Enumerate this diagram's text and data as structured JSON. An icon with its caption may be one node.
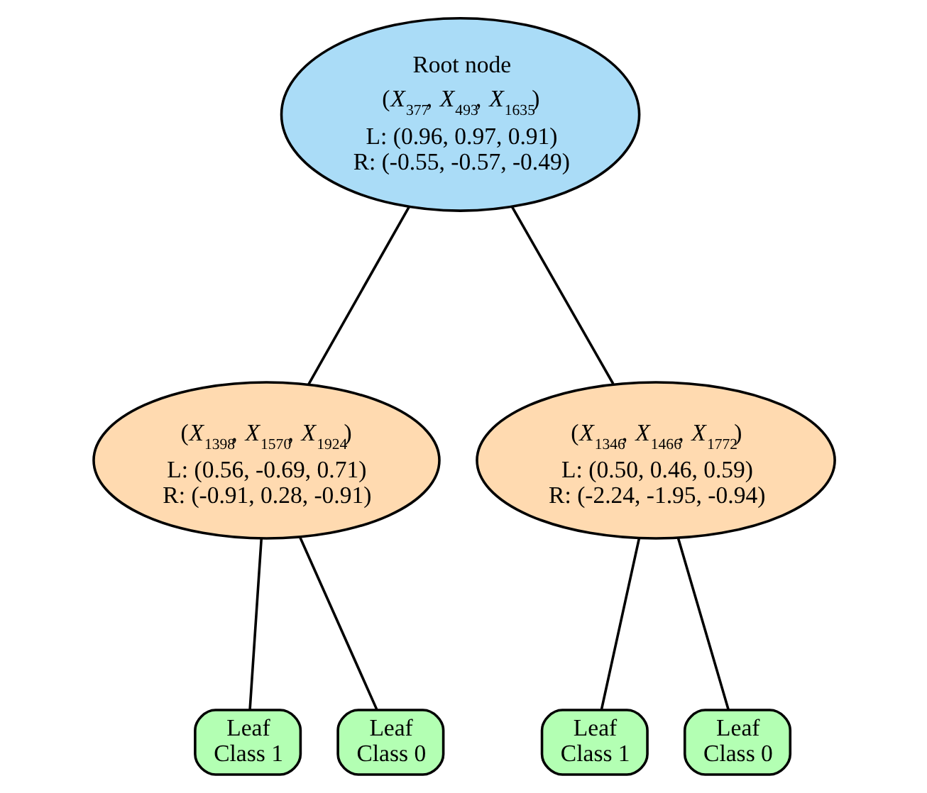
{
  "diagram": {
    "nodes": [
      {
        "text": [
          "Root node",
          "(*X*$_{377}$, *X*$_{493}$, *X*$_{1635}$)",
          "L: (0.96, 0.97, 0.91)",
          "R: (-0.55, -0.57, -0.49)"
        ]
      },
      {
        "text": [
          "(*X*$_{1398}$, *X*$_{1570}$, *X*$_{1924}$)",
          "L: (0.56, -0.69, 0.71)",
          "R: (-0.91, 0.28, -0.91)"
        ]
      },
      {
        "text": [
          "(*X*$_{1346}$, *X*$_{1466}$, *X*$_{1772}$)",
          "L: (0.50, 0.46, 0.59)",
          "R: (-2.24, -1.95, -0.94)"
        ]
      },
      {
        "text": [
          "Leaf",
          "Class 1"
        ]
      },
      {
        "text": [
          "Leaf",
          "Class 0"
        ]
      },
      {
        "text": [
          "Leaf",
          "Class 1"
        ]
      },
      {
        "text": [
          "Leaf",
          "Class 0"
        ]
      }
    ],
    "edges": [
      {
        "from": 0,
        "to": 1,
        "arrow": "none"
      },
      {
        "from": 0,
        "to": 2,
        "arrow": "none"
      },
      {
        "from": 1,
        "to": 3,
        "arrow": "none"
      },
      {
        "from": 1,
        "to": 4,
        "arrow": "none"
      },
      {
        "from": 2,
        "to": 5,
        "arrow": "none"
      },
      {
        "from": 2,
        "to": 6,
        "arrow": "none"
      }
    ]
  }
}
